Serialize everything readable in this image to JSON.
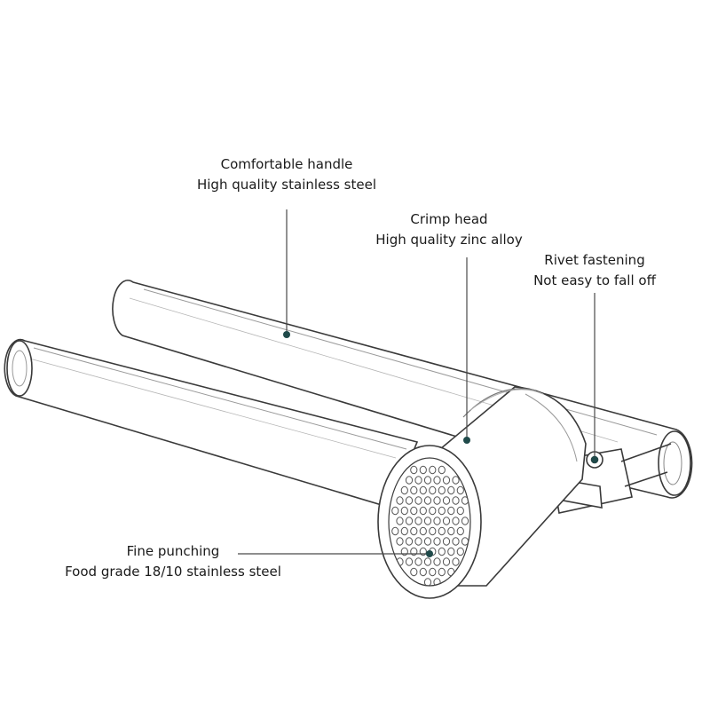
{
  "product": {
    "name": "garlic press"
  },
  "callouts": {
    "handle": {
      "title": "Comfortable handle",
      "detail": "High quality stainless steel"
    },
    "crimp_head": {
      "title": "Crimp head",
      "detail": "High quality zinc alloy"
    },
    "rivet": {
      "title": "Rivet fastening",
      "detail": "Not easy to fall off"
    },
    "punching": {
      "title": "Fine punching",
      "detail": "Food grade 18/10 stainless steel"
    }
  },
  "colors": {
    "background": "#ffffff",
    "outline": "#3a3a3a",
    "leader": "#4a4a4a",
    "dot": "#1f4a4a",
    "text": "#1a1a1a"
  }
}
